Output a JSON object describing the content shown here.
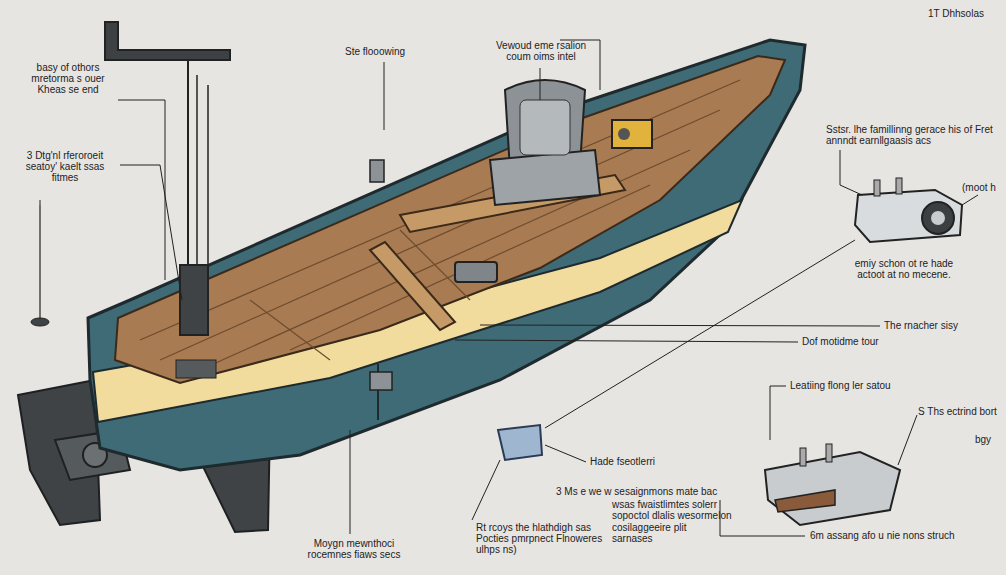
{
  "diagram": {
    "labels": [
      "1T Dhhsolas",
      "basy of othors mretorma s ouer Kheas se end",
      "3 Dtg'nl rferoroeit seatoy' kaelt ssas fitmes",
      "Ste flooowing",
      "Vewoud eme rsalion coum oims intel",
      "Sstsr. lhe famillinng gerace his of Fret annndt earnllgaasis acs",
      "(moot h",
      "emiy schon ot re hade actoot at no mecene.",
      "The rnacher sisy",
      "Dof motidme tour",
      "Leatiing flong ler satou",
      "S Ths ectrind bort",
      "bgy",
      "Hade fseotlerri",
      "3 Ms e we w sesaignmons mate bac",
      "wsas fwaistlimtes solerr sopoctol dlalis wesormelon",
      "cosilaggeeire plit sarnases",
      "Rt rcoys the hlathdigh sas Pocties pmrpnect Flnoweres ulhps ns)",
      "Moygn mewnthoci rocemnes fiaws secs",
      "6m assang afo u nie nons struch"
    ]
  }
}
